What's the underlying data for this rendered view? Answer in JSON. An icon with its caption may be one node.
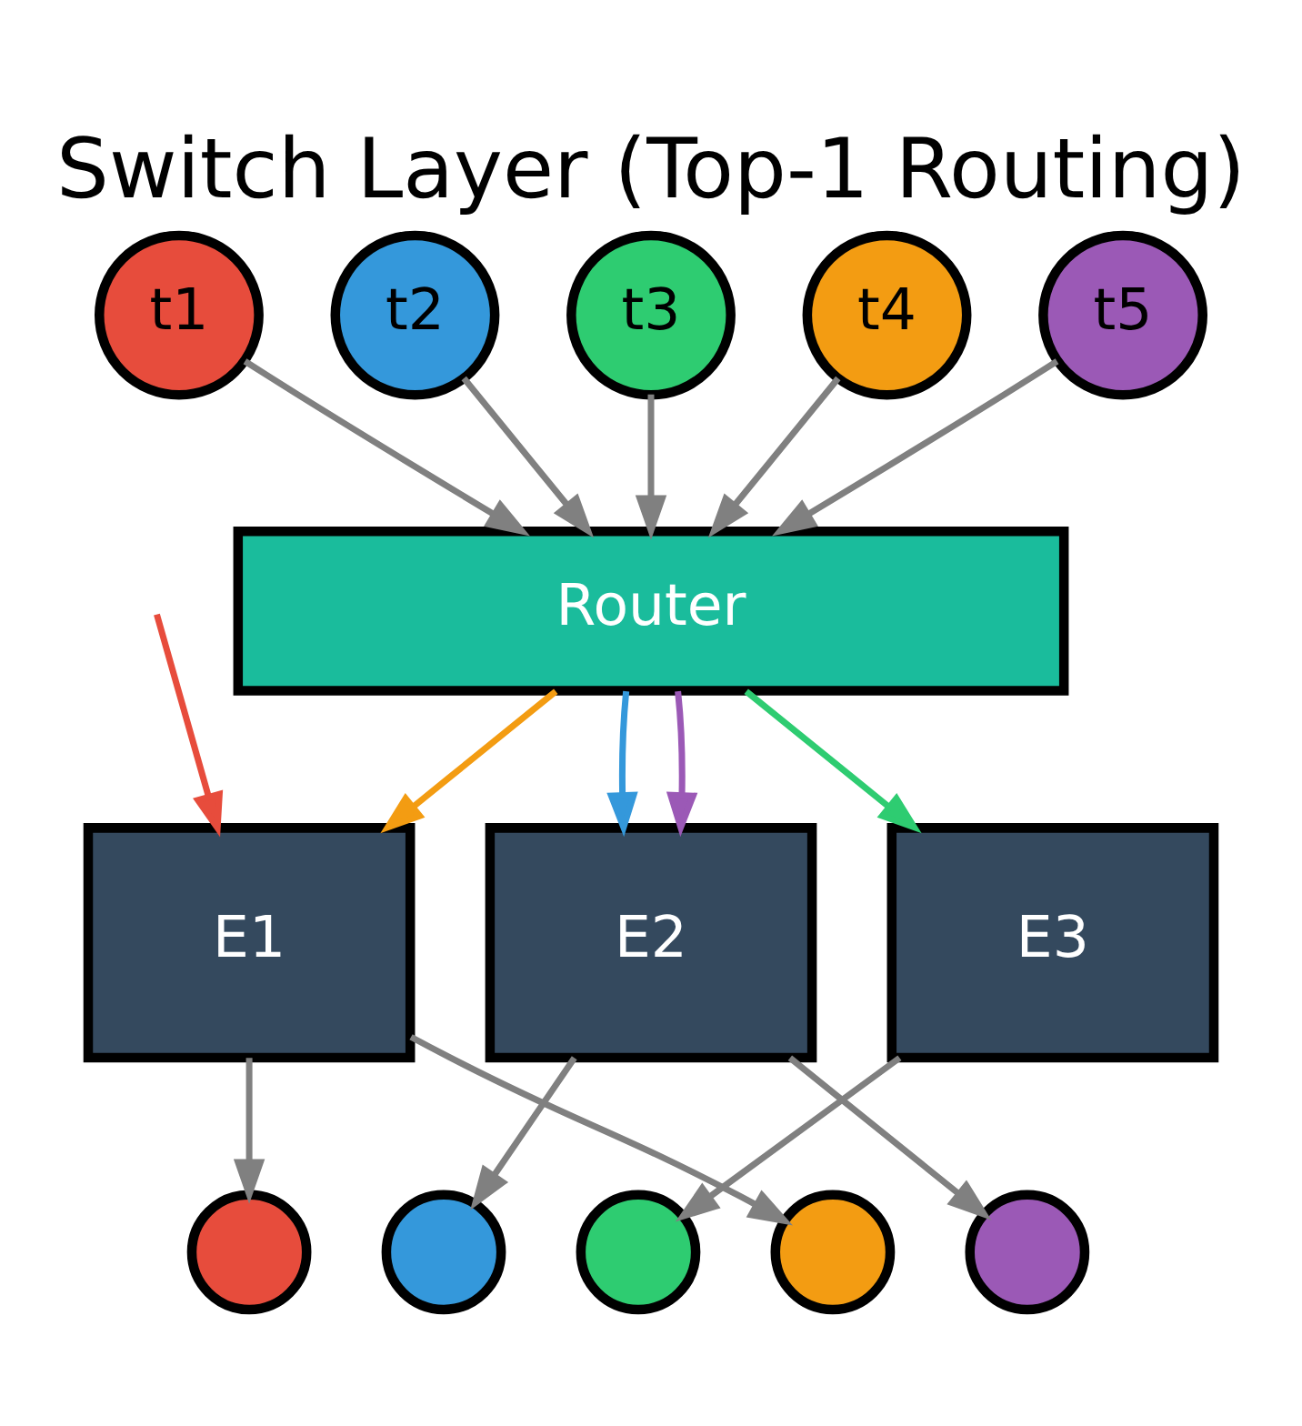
{
  "diagram": {
    "title": "Switch Layer (Top-1 Routing)",
    "nodes": [
      {
        "text": [
          "t1"
        ]
      },
      {
        "text": [
          "t2"
        ]
      },
      {
        "text": [
          "t3"
        ]
      },
      {
        "text": [
          "t4"
        ]
      },
      {
        "text": [
          "t5"
        ]
      },
      {
        "text": [
          "Router"
        ]
      },
      {
        "text": [
          "E1"
        ]
      },
      {
        "text": [
          "E2"
        ]
      },
      {
        "text": [
          "E3"
        ]
      },
      {
        "text": [],
        "shape": "circle"
      },
      {
        "text": [],
        "shape": "circle"
      },
      {
        "text": [],
        "shape": "circle"
      },
      {
        "text": [],
        "shape": "circle"
      },
      {
        "text": [],
        "shape": "circle"
      }
    ],
    "edges": [
      {
        "from": 0,
        "to": 5,
        "arrow": "to"
      },
      {
        "from": 1,
        "to": 5,
        "arrow": "to"
      },
      {
        "from": 2,
        "to": 5,
        "arrow": "to"
      },
      {
        "from": 3,
        "to": 5,
        "arrow": "to"
      },
      {
        "from": 4,
        "to": 5,
        "arrow": "to"
      },
      {
        "from": null,
        "to": 6,
        "arrow": "to",
        "color": "#e74c3c"
      },
      {
        "from": 5,
        "to": 7,
        "arrow": "to",
        "color": "#3498db"
      },
      {
        "from": 5,
        "to": 8,
        "arrow": "to",
        "color": "#2ecc71"
      },
      {
        "from": 5,
        "to": 6,
        "arrow": "to",
        "color": "#f39c12"
      },
      {
        "from": 5,
        "to": 7,
        "arrow": "to",
        "color": "#9b59b6"
      },
      {
        "from": 6,
        "to": 9,
        "arrow": "to"
      },
      {
        "from": 6,
        "to": 12,
        "arrow": "to"
      },
      {
        "from": 7,
        "to": 10,
        "arrow": "to"
      },
      {
        "from": 7,
        "to": 13,
        "arrow": "to"
      },
      {
        "from": 8,
        "to": 11,
        "arrow": "to"
      }
    ]
  }
}
